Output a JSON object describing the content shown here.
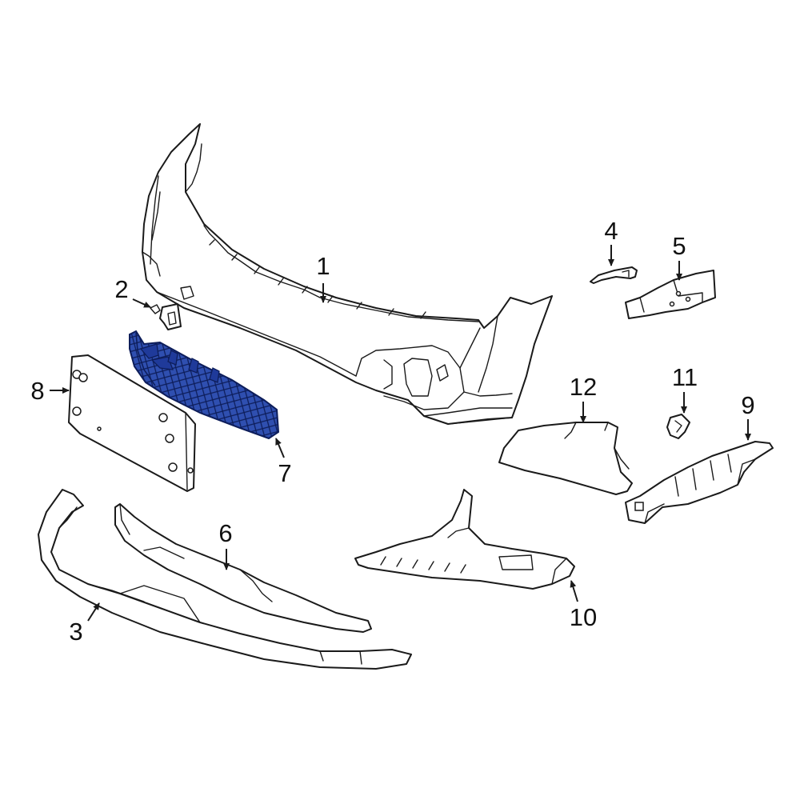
{
  "diagram": {
    "highlight_color": "#2f4fb0",
    "highlighted_part": "7",
    "callouts": [
      {
        "id": "c1",
        "label": "1"
      },
      {
        "id": "c2",
        "label": "2"
      },
      {
        "id": "c3",
        "label": "3"
      },
      {
        "id": "c4",
        "label": "4"
      },
      {
        "id": "c5",
        "label": "5"
      },
      {
        "id": "c6",
        "label": "6"
      },
      {
        "id": "c7",
        "label": "7"
      },
      {
        "id": "c8",
        "label": "8"
      },
      {
        "id": "c9",
        "label": "9"
      },
      {
        "id": "c10",
        "label": "10"
      },
      {
        "id": "c11",
        "label": "11"
      },
      {
        "id": "c12",
        "label": "12"
      }
    ]
  }
}
